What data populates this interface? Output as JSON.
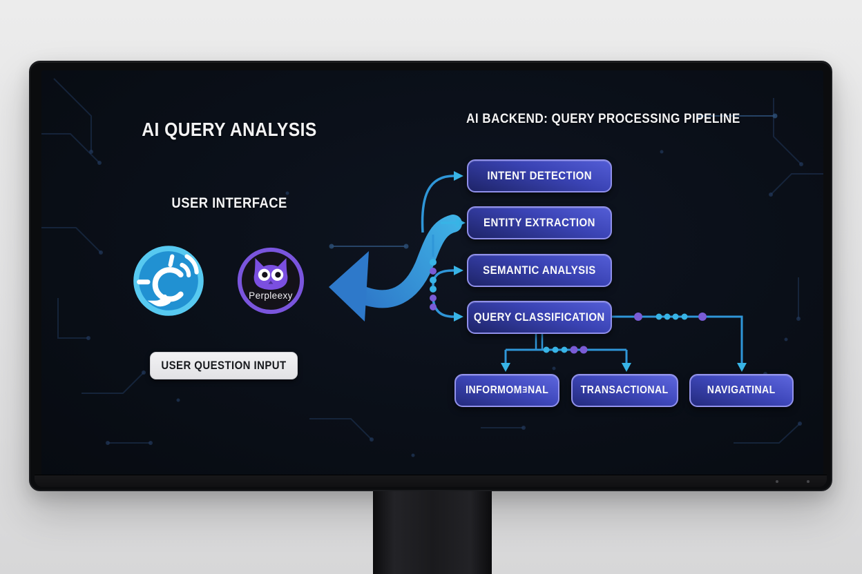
{
  "left_panel": {
    "title": "AI QUERY ANALYSIS",
    "subtitle": "USER INTERFACE",
    "apps": {
      "chat_app_icon": "chat-search-icon",
      "owl_app_icon": "owl-icon",
      "owl_app_label": "Perpleexy"
    },
    "input_button": "USER QUESTION INPUT"
  },
  "right_panel": {
    "title": "AI BACKEND: QUERY PROCESSING PIPELINE",
    "pipeline": [
      {
        "label": "INTENT DETECTION"
      },
      {
        "label": "ENTITY EXTRACTION"
      },
      {
        "label": "SEMANTIC ANALYSIS"
      },
      {
        "label": "QUERY CLASSIFICATION"
      }
    ],
    "categories": {
      "informational": {
        "prefix": "INFORMOM",
        "glyph": "Ǝ",
        "suffix": "NAL"
      },
      "transactional": "TRANSACTIONAL",
      "navigational": "NAVIGATINAL"
    }
  },
  "colors": {
    "accent_cyan": "#38b4e6",
    "accent_purple": "#7a5cd6",
    "divider_blue": "#2f96d8",
    "node_border": "#9090ea",
    "node_fill_top": "#535dd6",
    "node_fill_bottom": "#1e2468",
    "screen_bg": "#0a0f18",
    "arrow_gradient_start": "#2b6fc4",
    "arrow_gradient_end": "#3fb2e6"
  }
}
